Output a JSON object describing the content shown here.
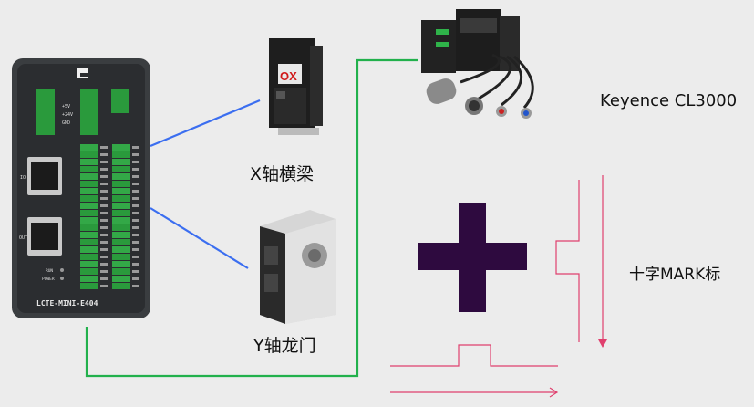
{
  "controller": {
    "brand_logo": "C",
    "model": "LCTE-MINI-E404",
    "port_labels": [
      "IO",
      "OUT"
    ],
    "led_labels": [
      "RUN",
      "POWER"
    ],
    "header_labels": [
      "+5V",
      "+24V",
      "GND"
    ]
  },
  "servo_x": {
    "badge": "OX"
  },
  "labels": {
    "x_axis": "X轴横梁",
    "y_axis": "Y轴龙门",
    "keyence": "Keyence CL3000",
    "mark": "十字MARK标"
  },
  "colors": {
    "wire_blue": "#3b6ef0",
    "wire_green": "#22b14c",
    "mark_cross": "#2e0a3f",
    "signal_pink": "#e0406e"
  },
  "icons": [
    "controller-icon",
    "servo-drive-icon",
    "sensor-controller-icon",
    "cross-mark-icon"
  ]
}
